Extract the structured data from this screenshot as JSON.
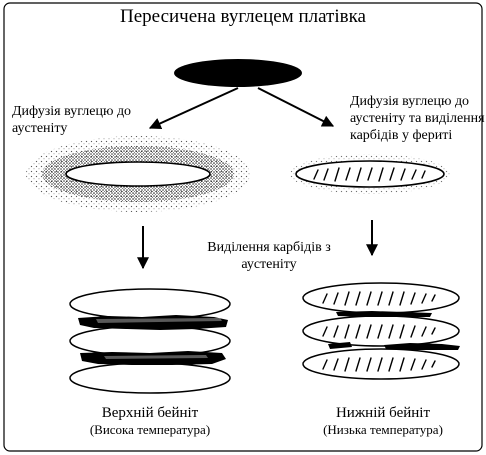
{
  "title": "Пересичена вуглецем платівка",
  "left_branch_label_line1": "Дифузія вуглецю до",
  "left_branch_label_line2": "аустеніту",
  "right_branch_label_line1": "Дифузія вуглецю до",
  "right_branch_label_line2": "аустеніту та виділення",
  "right_branch_label_line3": "карбідів у фериті",
  "middle_label_line1": "Виділення карбідів з",
  "middle_label_line2": "аустеніту",
  "upper_bainite_name": "Верхній бейніт",
  "upper_bainite_condition": "(Висока температура)",
  "lower_bainite_name": "Нижній бейніт",
  "lower_bainite_condition": "(Низька температура)"
}
